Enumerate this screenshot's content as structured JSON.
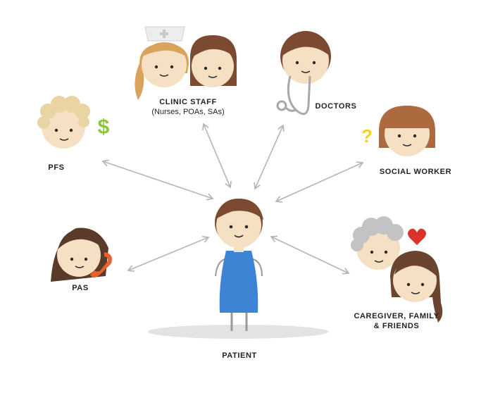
{
  "roles": {
    "clinic_staff": {
      "title": "CLINIC STAFF",
      "subtitle": "(Nurses, POAs, SAs)"
    },
    "doctors": {
      "title": "DOCTORS"
    },
    "pfs": {
      "title": "PFS"
    },
    "social_worker": {
      "title": "SOCIAL WORKER"
    },
    "pas": {
      "title": "PAS"
    },
    "caregiver": {
      "line1": "CAREGIVER, FAMILY",
      "line2": "& FRIENDS"
    },
    "patient": {
      "title": "PATIENT"
    }
  },
  "symbols": {
    "dollar": "$",
    "question": "?"
  },
  "colors": {
    "skin": "#f5e0c3",
    "brown_hair": "#7b4a30",
    "blonde_hair": "#d9a35c",
    "curly_blonde": "#e9d5a3",
    "grey_hair": "#c3c3c3",
    "dress": "#3d85d4",
    "dollar": "#8cc63f",
    "question": "#f2d21b",
    "heart": "#d9332b",
    "phone": "#e8602c",
    "arrow": "#b5b5b5"
  }
}
